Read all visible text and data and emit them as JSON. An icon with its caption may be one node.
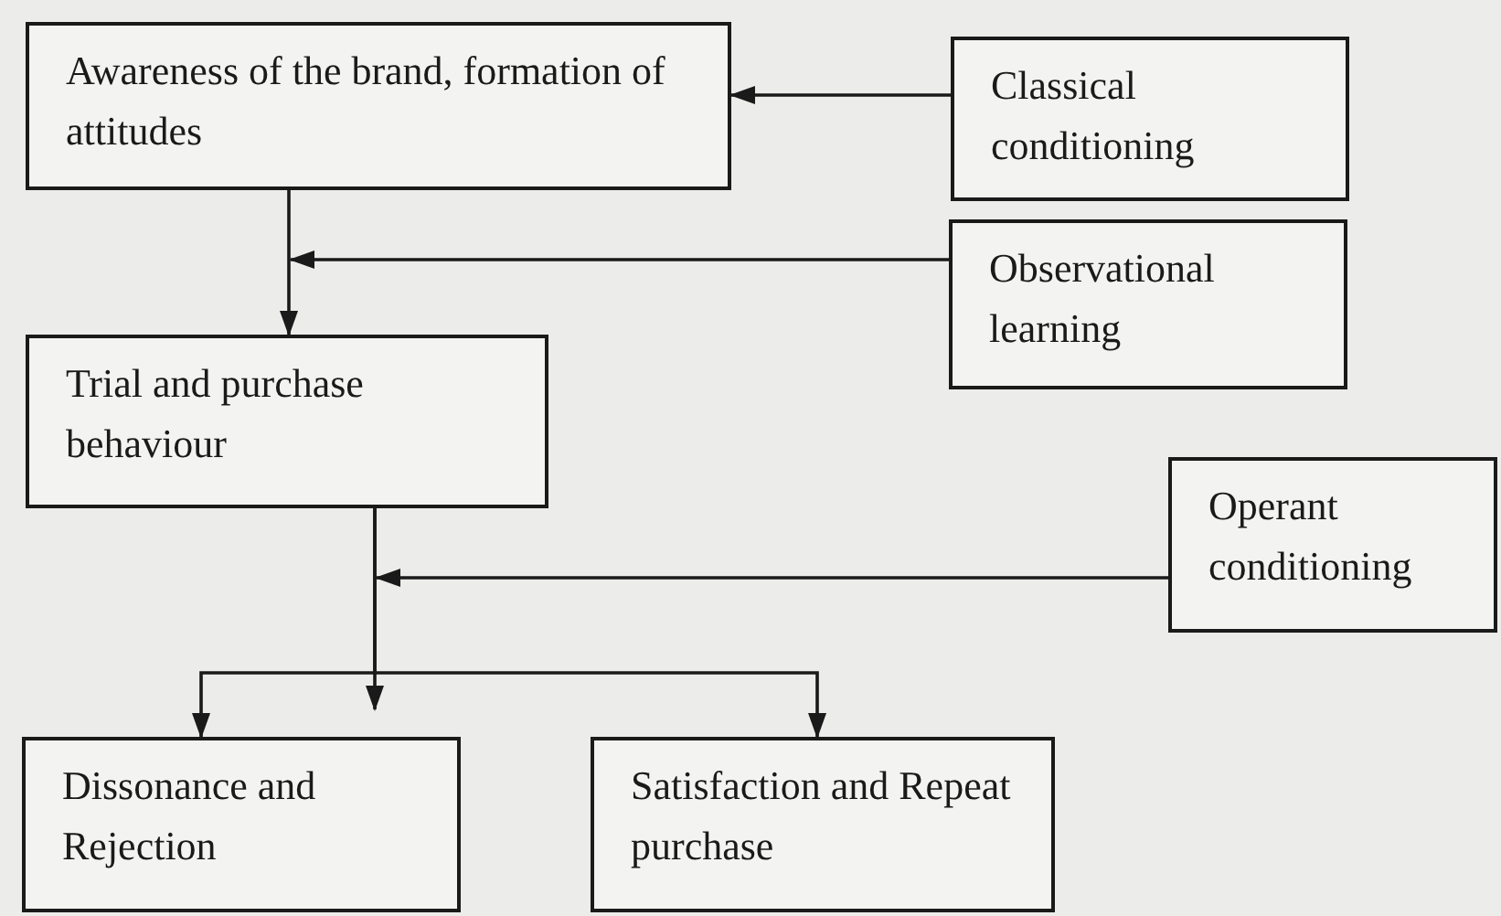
{
  "diagram": {
    "nodes": [
      {
        "text": [
          "Awareness of the brand, formation of attitudes"
        ]
      },
      {
        "text": [
          "Classical conditioning"
        ]
      },
      {
        "text": [
          "Observational learning"
        ]
      },
      {
        "text": [
          "Trial and purchase behaviour"
        ]
      },
      {
        "text": [
          "Operant conditioning"
        ]
      },
      {
        "text": [
          "Dissonance and Rejection"
        ]
      },
      {
        "text": [
          "Satisfaction and Repeat purchase"
        ]
      }
    ],
    "edges": [
      {
        "from": 1,
        "to": 0,
        "arrow": "to"
      },
      {
        "from": 0,
        "to": 3,
        "arrow": "to"
      },
      {
        "from": 2,
        "to": null,
        "arrow": "to"
      },
      {
        "from": 4,
        "to": null,
        "arrow": "to"
      },
      {
        "from": 3,
        "to": 5,
        "arrow": "to"
      },
      {
        "from": 3,
        "to": 6,
        "arrow": "to"
      }
    ]
  }
}
